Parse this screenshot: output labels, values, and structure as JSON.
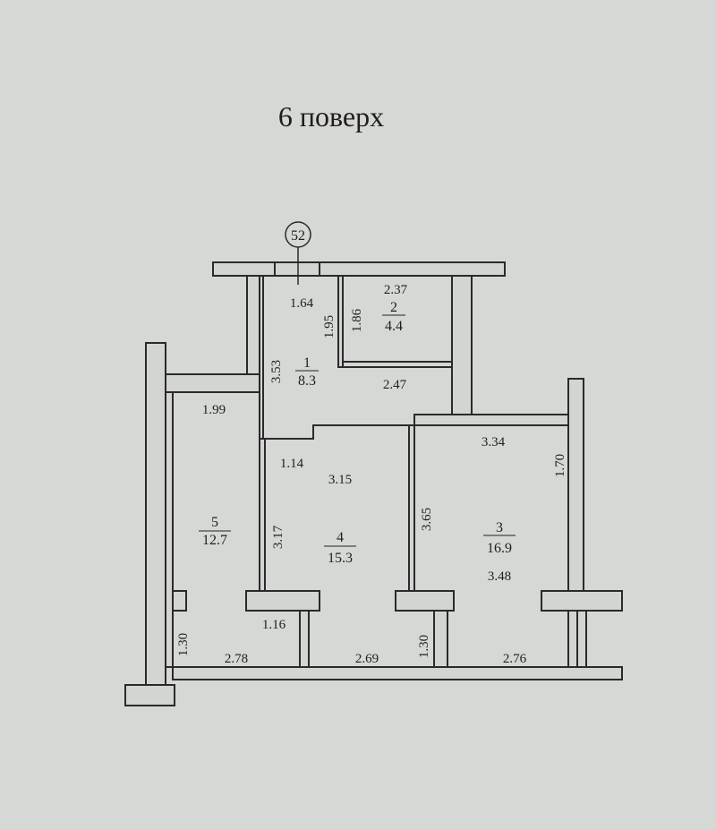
{
  "title": "6 поверх",
  "apartment_marker": "52",
  "rooms": [
    {
      "number": "1",
      "area": "8.3"
    },
    {
      "number": "2",
      "area": "4.4"
    },
    {
      "number": "3",
      "area": "16.9"
    },
    {
      "number": "4",
      "area": "15.3"
    },
    {
      "number": "5",
      "area": "12.7"
    }
  ],
  "dimensions": {
    "d1_64": "1.64",
    "d2_37": "2.37",
    "d1_95": "1.95",
    "d1_86": "1.86",
    "d3_53": "3.53",
    "d2_47": "2.47",
    "d1_99": "1.99",
    "d1_14": "1.14",
    "d3_15": "3.15",
    "d3_34": "3.34",
    "d1_70": "1.70",
    "d3_17": "3.17",
    "d3_65": "3.65",
    "d3_48": "3.48",
    "d1_16": "1.16",
    "d1_30a": "1.30",
    "d2_78": "2.78",
    "d2_69": "2.69",
    "d1_30b": "1.30",
    "d2_76": "2.76"
  }
}
